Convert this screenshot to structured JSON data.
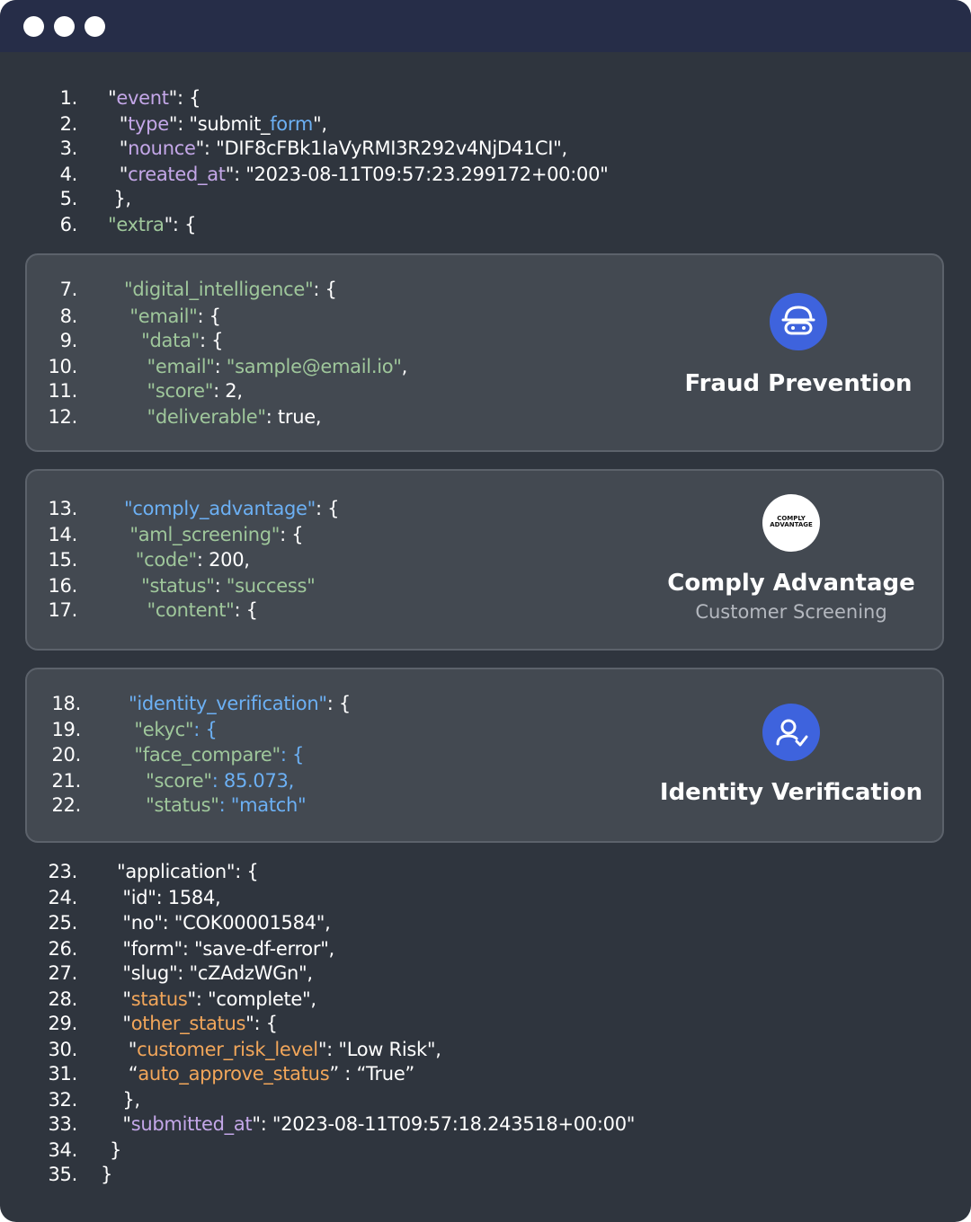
{
  "window": {
    "controls": [
      "window-dot",
      "window-dot",
      "window-dot"
    ]
  },
  "lines": [
    {
      "n": "1.",
      "parts": [
        {
          "t": "\"",
          "c": "c-white"
        },
        {
          "t": "event",
          "c": "c-purple"
        },
        {
          "t": "\": {",
          "c": "c-white"
        }
      ]
    },
    {
      "n": "2.",
      "parts": [
        {
          "t": "  \"",
          "c": "c-white"
        },
        {
          "t": "type",
          "c": "c-purple"
        },
        {
          "t": "\": \"submit_",
          "c": "c-white"
        },
        {
          "t": "form",
          "c": "c-blue"
        },
        {
          "t": "\",",
          "c": "c-white"
        }
      ]
    },
    {
      "n": "3.",
      "parts": [
        {
          "t": "  \"",
          "c": "c-white"
        },
        {
          "t": "nounce",
          "c": "c-purple"
        },
        {
          "t": "\": \"DIF8cFBk1IaVyRMI3R292v4NjD41CI\",",
          "c": "c-white"
        }
      ]
    },
    {
      "n": "4.",
      "parts": [
        {
          "t": "  \"",
          "c": "c-white"
        },
        {
          "t": "created_at",
          "c": "c-purple"
        },
        {
          "t": "\": \"2023-08-11T09:57:23.299172+00:00\"",
          "c": "c-white"
        }
      ]
    },
    {
      "n": "5.",
      "parts": [
        {
          "t": " },",
          "c": "c-white"
        }
      ]
    },
    {
      "n": "6.",
      "parts": [
        {
          "t": "\"",
          "c": "c-green"
        },
        {
          "t": "extra",
          "c": "c-green"
        },
        {
          "t": "\": {",
          "c": "c-white"
        }
      ]
    }
  ],
  "panel1": {
    "lines": [
      {
        "n": "7.",
        "parts": [
          {
            "t": "\"digital_intelligence\"",
            "c": "c-green"
          },
          {
            "t": ": {",
            "c": "c-white"
          }
        ]
      },
      {
        "n": "8.",
        "parts": [
          {
            "t": " \"email\"",
            "c": "c-green"
          },
          {
            "t": ": {",
            "c": "c-white"
          }
        ]
      },
      {
        "n": "9.",
        "parts": [
          {
            "t": "   \"data\"",
            "c": "c-green"
          },
          {
            "t": ": {",
            "c": "c-white"
          }
        ]
      },
      {
        "n": "10.",
        "parts": [
          {
            "t": "    \"email\"",
            "c": "c-green"
          },
          {
            "t": ": ",
            "c": "c-white"
          },
          {
            "t": "\"sample@email.io\"",
            "c": "c-green"
          },
          {
            "t": ",",
            "c": "c-white"
          }
        ]
      },
      {
        "n": "11.",
        "parts": [
          {
            "t": "    \"score\"",
            "c": "c-green"
          },
          {
            "t": ": 2,",
            "c": "c-white"
          }
        ]
      },
      {
        "n": "12.",
        "parts": [
          {
            "t": "    \"deliverable\"",
            "c": "c-green"
          },
          {
            "t": ": true,",
            "c": "c-white"
          }
        ]
      }
    ],
    "title": "Fraud Prevention",
    "icon": "fraud-mask-icon"
  },
  "panel2": {
    "lines": [
      {
        "n": "13.",
        "parts": [
          {
            "t": "\"comply_advantage\"",
            "c": "c-blue"
          },
          {
            "t": ": {",
            "c": "c-white"
          }
        ]
      },
      {
        "n": "14.",
        "parts": [
          {
            "t": " \"aml_screening\"",
            "c": "c-green"
          },
          {
            "t": ": {",
            "c": "c-white"
          }
        ]
      },
      {
        "n": "15.",
        "parts": [
          {
            "t": "  \"code\"",
            "c": "c-green"
          },
          {
            "t": ": 200,",
            "c": "c-white"
          }
        ]
      },
      {
        "n": "16.",
        "parts": [
          {
            "t": "   \"status\"",
            "c": "c-green"
          },
          {
            "t": ": ",
            "c": "c-white"
          },
          {
            "t": "\"success\"",
            "c": "c-green"
          }
        ]
      },
      {
        "n": "17.",
        "parts": [
          {
            "t": "    \"content\"",
            "c": "c-green"
          },
          {
            "t": ": {",
            "c": "c-white"
          }
        ]
      }
    ],
    "logo_text_1": "COMPLY",
    "logo_text_2": "ADVANTAGE",
    "title": "Comply Advantage",
    "subtitle": "Customer Screening"
  },
  "panel3": {
    "lines": [
      {
        "n": "18.",
        "parts": [
          {
            "t": "\"identity_verification\"",
            "c": "c-blue"
          },
          {
            "t": ": {",
            "c": "c-white"
          }
        ]
      },
      {
        "n": "19.",
        "parts": [
          {
            "t": " \"ekyc\"",
            "c": "c-green"
          },
          {
            "t": ": {",
            "c": "c-blue"
          }
        ]
      },
      {
        "n": "20.",
        "parts": [
          {
            "t": " \"face_compare\"",
            "c": "c-green"
          },
          {
            "t": ": {",
            "c": "c-blue"
          }
        ]
      },
      {
        "n": "21.",
        "parts": [
          {
            "t": "   \"score\"",
            "c": "c-green"
          },
          {
            "t": ": 85.073,",
            "c": "c-blue"
          }
        ]
      },
      {
        "n": "22.",
        "parts": [
          {
            "t": "   \"status\"",
            "c": "c-green"
          },
          {
            "t": ": ",
            "c": "c-blue"
          },
          {
            "t": "\"match\"",
            "c": "c-blue"
          }
        ]
      }
    ],
    "title": "Identity Verification",
    "icon": "user-check-icon"
  },
  "tail": [
    {
      "n": "23.",
      "parts": [
        {
          "t": "\"application\": {",
          "c": "c-white"
        }
      ]
    },
    {
      "n": "24.",
      "parts": [
        {
          "t": " \"id\": 1584,",
          "c": "c-white"
        }
      ]
    },
    {
      "n": "25.",
      "parts": [
        {
          "t": " \"no\": \"COK00001584\",",
          "c": "c-white"
        }
      ]
    },
    {
      "n": "26.",
      "parts": [
        {
          "t": " \"form\": \"save-df-error\",",
          "c": "c-white"
        }
      ]
    },
    {
      "n": "27.",
      "parts": [
        {
          "t": " \"slug\": \"cZAdzWGn\",",
          "c": "c-white"
        }
      ]
    },
    {
      "n": "28.",
      "parts": [
        {
          "t": " \"",
          "c": "c-white"
        },
        {
          "t": "status",
          "c": "c-orange"
        },
        {
          "t": "\": \"complete\",",
          "c": "c-white"
        }
      ]
    },
    {
      "n": "29.",
      "parts": [
        {
          "t": " \"",
          "c": "c-white"
        },
        {
          "t": "other_status",
          "c": "c-orange"
        },
        {
          "t": "\": {",
          "c": "c-white"
        }
      ]
    },
    {
      "n": "30.",
      "parts": [
        {
          "t": "  \"",
          "c": "c-white"
        },
        {
          "t": "customer_risk_level",
          "c": "c-orange"
        },
        {
          "t": "\": \"Low Risk\",",
          "c": "c-white"
        }
      ]
    },
    {
      "n": "31.",
      "parts": [
        {
          "t": "  “",
          "c": "c-white"
        },
        {
          "t": "auto_approve_status",
          "c": "c-orange"
        },
        {
          "t": "” : “True”",
          "c": "c-white"
        }
      ]
    },
    {
      "n": "32.",
      "parts": [
        {
          "t": " },",
          "c": "c-white"
        }
      ]
    },
    {
      "n": "33.",
      "parts": [
        {
          "t": " \"",
          "c": "c-white"
        },
        {
          "t": "submitted_at",
          "c": "c-purple"
        },
        {
          "t": "\": \"2023-08-11T09:57:18.243518+00:00\"",
          "c": "c-white"
        }
      ]
    },
    {
      "n": "34.",
      "parts": [
        {
          "t": "}",
          "c": "c-white"
        }
      ]
    },
    {
      "n": "35.",
      "parts": [
        {
          "t": "}",
          "c": "c-white"
        }
      ]
    }
  ]
}
